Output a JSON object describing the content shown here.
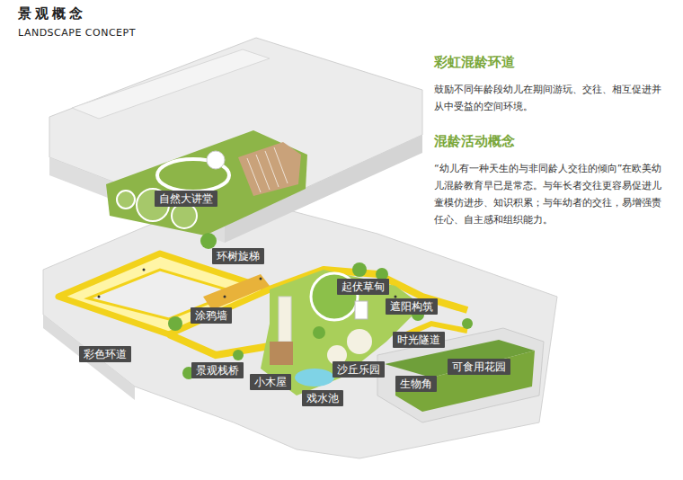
{
  "diagram": {
    "title": "景观概念",
    "nodes": [
      {
        "text": [
          "自然大讲堂"
        ]
      },
      {
        "text": [
          "环树旋梯"
        ]
      },
      {
        "text": [
          "起伏草甸"
        ]
      },
      {
        "text": [
          "遮阳构筑"
        ]
      },
      {
        "text": [
          "涂鸦墙"
        ]
      },
      {
        "text": [
          "时光隧道"
        ]
      },
      {
        "text": [
          "彩色环道"
        ]
      },
      {
        "text": [
          "可食用花园"
        ]
      },
      {
        "text": [
          "沙丘乐园"
        ]
      },
      {
        "text": [
          "景观栈桥"
        ]
      },
      {
        "text": [
          "小木屋"
        ]
      },
      {
        "text": [
          "生物角"
        ]
      },
      {
        "text": [
          "戏水池"
        ]
      }
    ],
    "labels": [
      "LANDSCAPE CONCEPT",
      "彩虹混龄环道",
      "鼓励不同年龄段幼儿在期间游玩、交往、相互促进并从中受益的空间环境。",
      "混龄活动概念",
      "“幼儿有一种天生的与非同龄人交往的倾向”在欧美幼儿混龄教育早已是常态。与年长者交往更容易促进儿童模仿进步、知识积累；与年幼者的交往，易增强责任心、自主感和组织能力。"
    ]
  }
}
